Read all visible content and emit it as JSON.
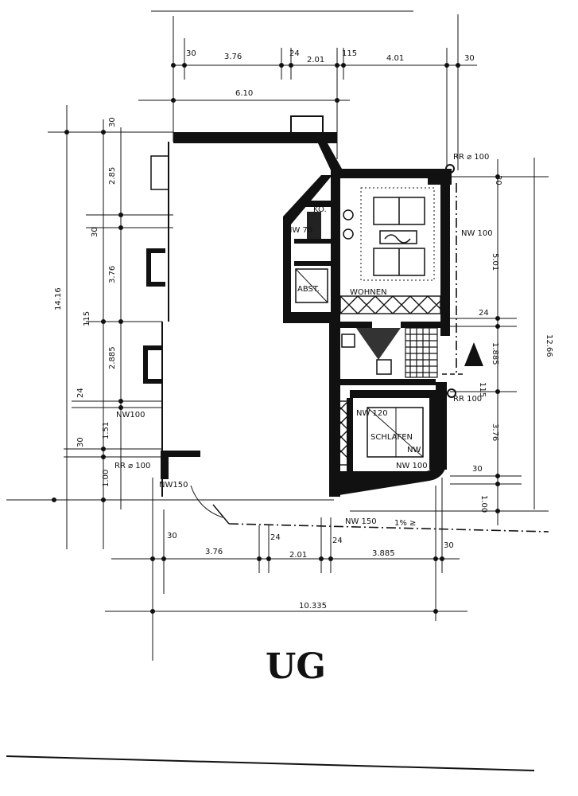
{
  "drawing": {
    "title": "UG"
  },
  "dimensions": {
    "top_row": [
      "30",
      "3.76",
      "24",
      "2.01",
      "115",
      "4.01",
      "30"
    ],
    "top_total": "6.10",
    "left_row": [
      "30",
      "2.85",
      "30",
      "3.76",
      "115",
      "2.885",
      "24",
      "1.51",
      "30",
      "1.00"
    ],
    "left_total": "14.16",
    "right_row": [
      "30",
      "5.01",
      "24",
      "1.885",
      "115",
      "3.76",
      "30",
      "1.00"
    ],
    "right_total": "12.66",
    "bottom_row": [
      "30",
      "3.76",
      "24",
      "2.01",
      "24",
      "3.885",
      "30"
    ],
    "bottom_total": "10.335"
  },
  "rooms": {
    "ko": "KO.",
    "abst": "ABST.",
    "wohnen": "WOHNEN",
    "schlafen": "SCHLAFEN"
  },
  "annotations": {
    "rr_top": "RR ⌀ 100",
    "nw100_right": "NW 100",
    "nw70": "NW 70",
    "nw100_left": "NW100",
    "rr_left": "RR ⌀ 100",
    "nw150_left": "NW150",
    "nw150_bottom": "NW 150",
    "slope": "1% ≥",
    "rr_right": "RR 100",
    "nw120": "NW 120",
    "nw_mid": "NW",
    "nw100_low": "NW 100"
  }
}
